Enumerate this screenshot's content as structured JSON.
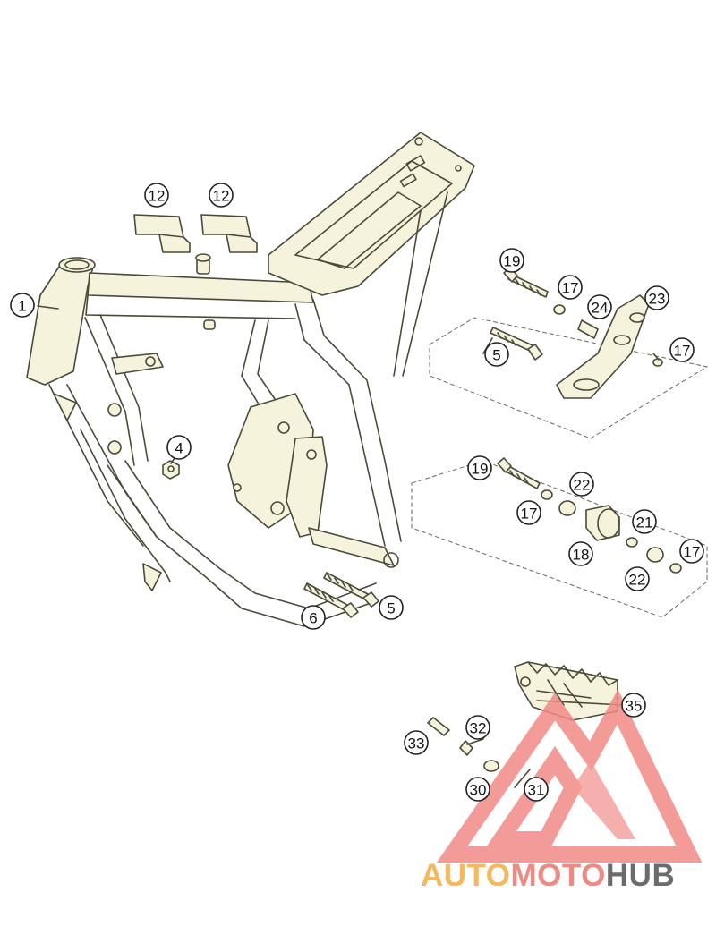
{
  "callouts": {
    "c1": "1",
    "c4": "4",
    "c5a": "5",
    "c5b": "5",
    "c6": "6",
    "c12a": "12",
    "c12b": "12",
    "c17a": "17",
    "c17b": "17",
    "c17c": "17",
    "c17d": "17",
    "c18": "18",
    "c19a": "19",
    "c19b": "19",
    "c21": "21",
    "c22a": "22",
    "c22b": "22",
    "c23": "23",
    "c24": "24",
    "c30": "30",
    "c31": "31",
    "c32": "32",
    "c33": "33",
    "c35": "35"
  },
  "watermark": {
    "part1": "AUTO",
    "part2": "MOTO",
    "part3": "HUB",
    "color1": "#f4b860",
    "color2": "#ef8a82",
    "color3": "#6b6b6b",
    "logo_color": "#f08a86"
  },
  "line_color": "#4a4a3a",
  "part_fill": "#f6f3dc"
}
